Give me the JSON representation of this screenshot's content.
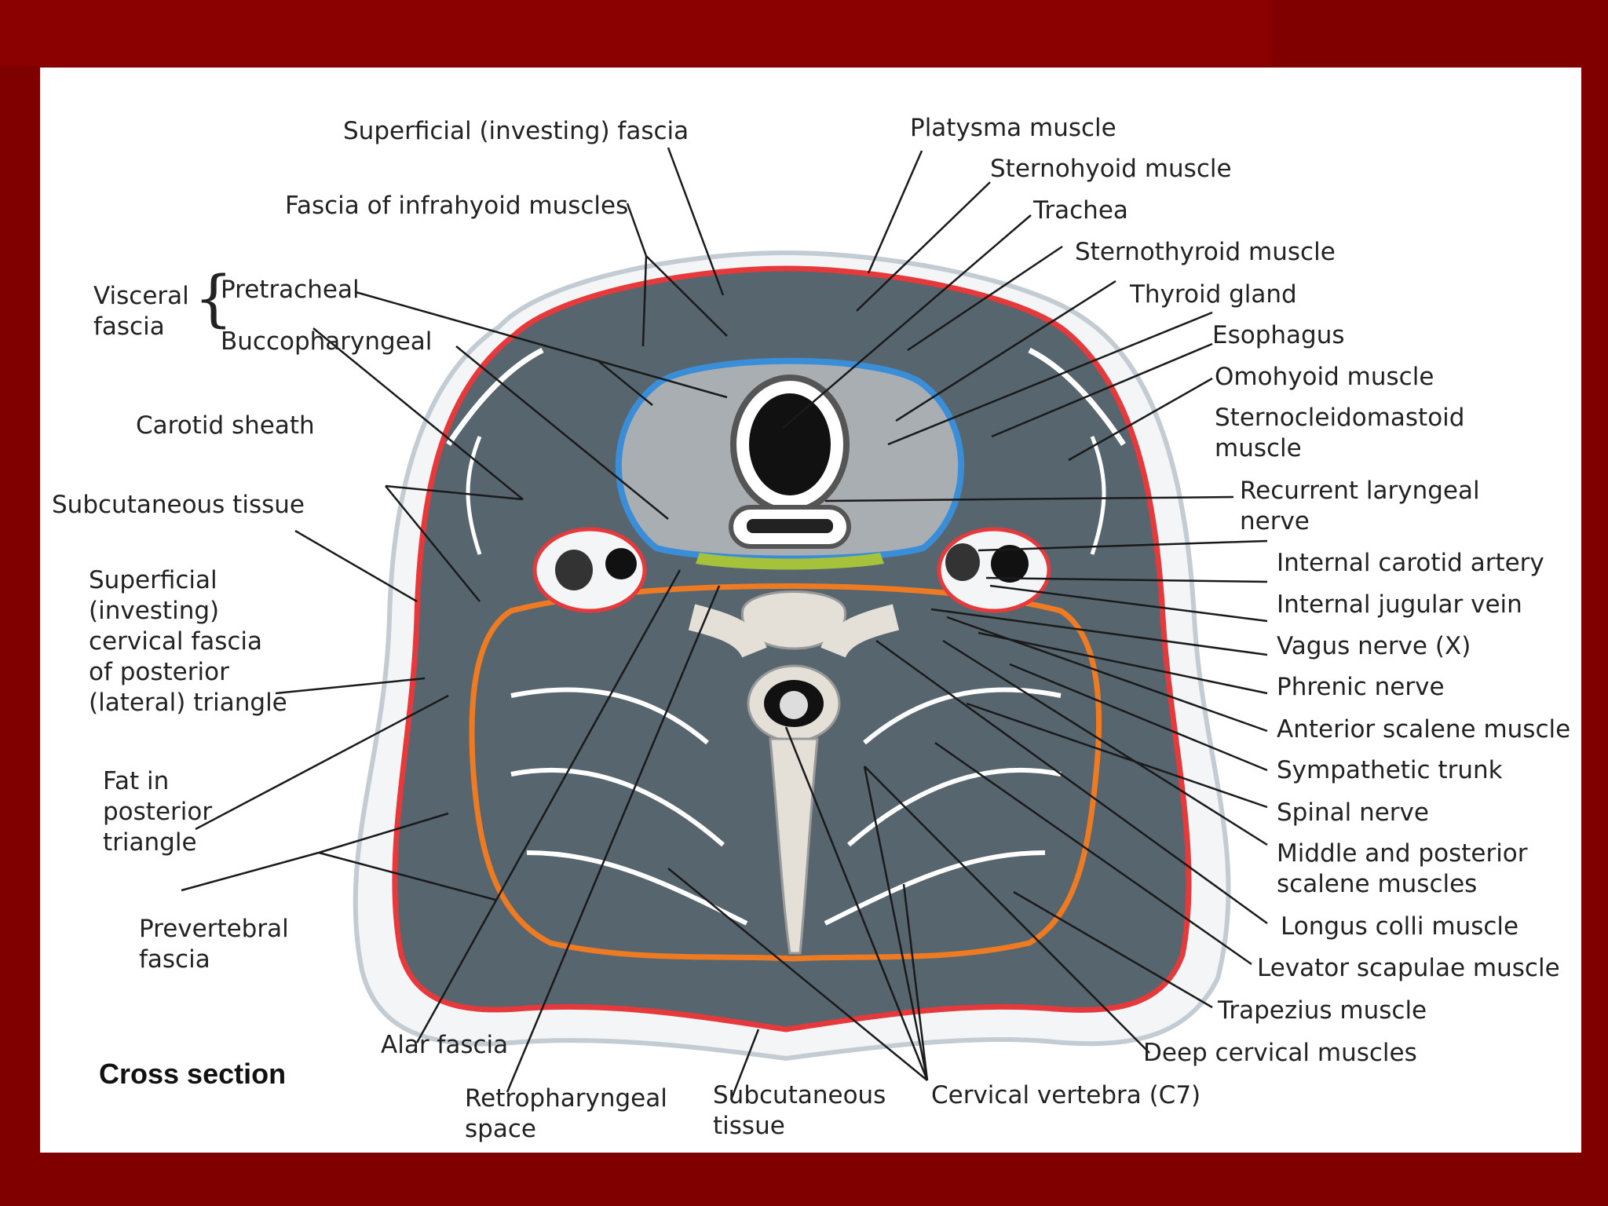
{
  "labels": {
    "superficial_investing_fascia": "Superficial (investing) fascia",
    "platysma_muscle": "Platysma muscle",
    "sternohyoid_muscle": "Sternohyoid muscle",
    "fascia_infrahyoid": "Fascia of infrahyoid muscles",
    "trachea": "Trachea",
    "sternothyroid_muscle": "Sternothyroid muscle",
    "visceral_fascia": "Visceral\nfascia",
    "pretracheal": "Pretracheal",
    "buccopharyngeal": "Buccopharyngeal",
    "thyroid_gland": "Thyroid gland",
    "esophagus": "Esophagus",
    "omohyoid_muscle": "Omohyoid muscle",
    "sternocleidomastoid_muscle": "Sternocleidomastoid\nmuscle",
    "carotid_sheath": "Carotid sheath",
    "subcutaneous_tissue_left": "Subcutaneous tissue",
    "recurrent_laryngeal_nerve": "Recurrent laryngeal\nnerve",
    "internal_carotid_artery": "Internal carotid artery",
    "superficial_cervical_fascia_posterior": "Superficial\n(investing)\ncervical fascia\nof posterior\n(lateral) triangle",
    "internal_jugular_vein": "Internal jugular vein",
    "vagus_nerve": "Vagus nerve (X)",
    "phrenic_nerve": "Phrenic nerve",
    "anterior_scalene_muscle": "Anterior scalene muscle",
    "fat_posterior_triangle": "Fat in\nposterior\ntriangle",
    "sympathetic_trunk": "Sympathetic trunk",
    "spinal_nerve": "Spinal nerve",
    "middle_posterior_scalene": "Middle and posterior\nscalene muscles",
    "prevertebral_fascia": "Prevertebral\nfascia",
    "longus_colli_muscle": "Longus colli muscle",
    "levator_scapulae_muscle": "Levator scapulae muscle",
    "trapezius_muscle": "Trapezius muscle",
    "alar_fascia": "Alar fascia",
    "deep_cervical_muscles": "Deep cervical muscles",
    "cross_section": "Cross section",
    "retropharyngeal_space": "Retropharyngeal\nspace",
    "subcutaneous_tissue_bottom": "Subcutaneous\ntissue",
    "cervical_vertebra": "Cervical vertebra (C7)"
  },
  "colors": {
    "background": "#800000",
    "panel": "#ffffff",
    "muscle": "#56656e",
    "fascia_red": "#e5393c",
    "fascia_orange": "#ee7a22",
    "visceral_blue": "#3a8ed8",
    "bone": "#e4e0d8",
    "skin_outline": "#c3ccd3",
    "leader_line": "#1a1a1a",
    "thyroid": "#a9aeb3",
    "retropharyngeal_green": "#a6c23a"
  }
}
